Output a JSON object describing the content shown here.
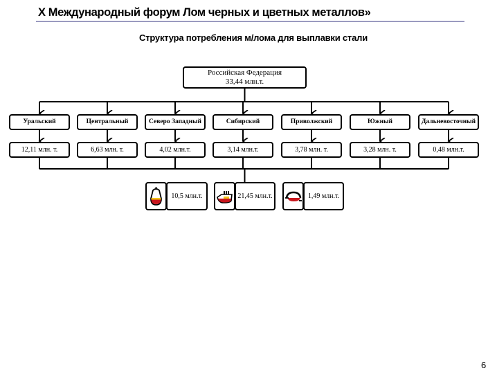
{
  "header": {
    "title": "X Международный форум Лом черных и цветных металлов»"
  },
  "diagram": {
    "title": "Структура потребления м/лома для выплавки стали",
    "root": {
      "name": "Российская Федерация",
      "value": "33,44 млн.т."
    },
    "regions": [
      {
        "name": "Уральский",
        "value": "12,11 млн. т."
      },
      {
        "name": "Центральный",
        "value": "6,63 млн. т."
      },
      {
        "name": "Северо Западный",
        "value": "4,02 млн.т."
      },
      {
        "name": "Сибирский",
        "value": "3,14 млн.т."
      },
      {
        "name": "Приволжский",
        "value": "3,78 млн. т."
      },
      {
        "name": "Южный",
        "value": "3,28 млн. т."
      },
      {
        "name": "Дальневосточный",
        "value": "0,48 млн.т."
      }
    ],
    "furnace_types": [
      {
        "icon": "converter-icon",
        "value": "10,5 млн.т."
      },
      {
        "icon": "electric-arc-furnace-icon",
        "value": "21,45 млн.т."
      },
      {
        "icon": "open-hearth-furnace-icon",
        "value": "1,49 млн.т."
      }
    ]
  },
  "footer": {
    "page_number": "6"
  },
  "colors": {
    "header_rule": "#9a9ac0",
    "icon_red": "#c8161d",
    "icon_yellow": "#f2c318"
  }
}
